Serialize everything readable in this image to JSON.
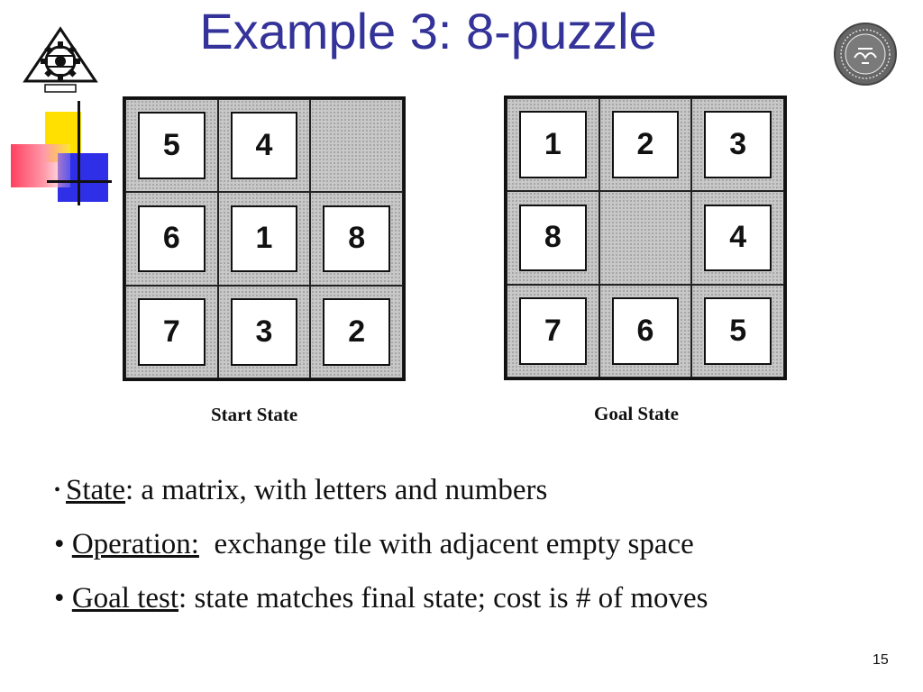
{
  "slide": {
    "title": "Example 3: 8-puzzle",
    "page_number": "15"
  },
  "start_state": {
    "caption": "Start State",
    "tiles": [
      "5",
      "4",
      "",
      "6",
      "1",
      "8",
      "7",
      "3",
      "2"
    ]
  },
  "goal_state": {
    "caption": "Goal State",
    "tiles": [
      "1",
      "2",
      "3",
      "8",
      "",
      "4",
      "7",
      "6",
      "5"
    ]
  },
  "bullets": [
    {
      "marker": "•",
      "term": "State",
      "rest": ": a matrix, with letters and numbers"
    },
    {
      "marker": "•",
      "term": "Operation:",
      "rest": "  exchange tile with adjacent empty space"
    },
    {
      "marker": "•",
      "term": "Goal test",
      "rest": ": state matches final state; cost is # of moves"
    }
  ],
  "colors": {
    "title": "#333399",
    "deco_yellow": "#ffe000",
    "deco_blue": "#2f2fe8",
    "deco_red": "#ff4060"
  },
  "icons": {
    "left_logo": "university-gear-emblem-icon",
    "right_logo": "university-round-seal-icon"
  }
}
